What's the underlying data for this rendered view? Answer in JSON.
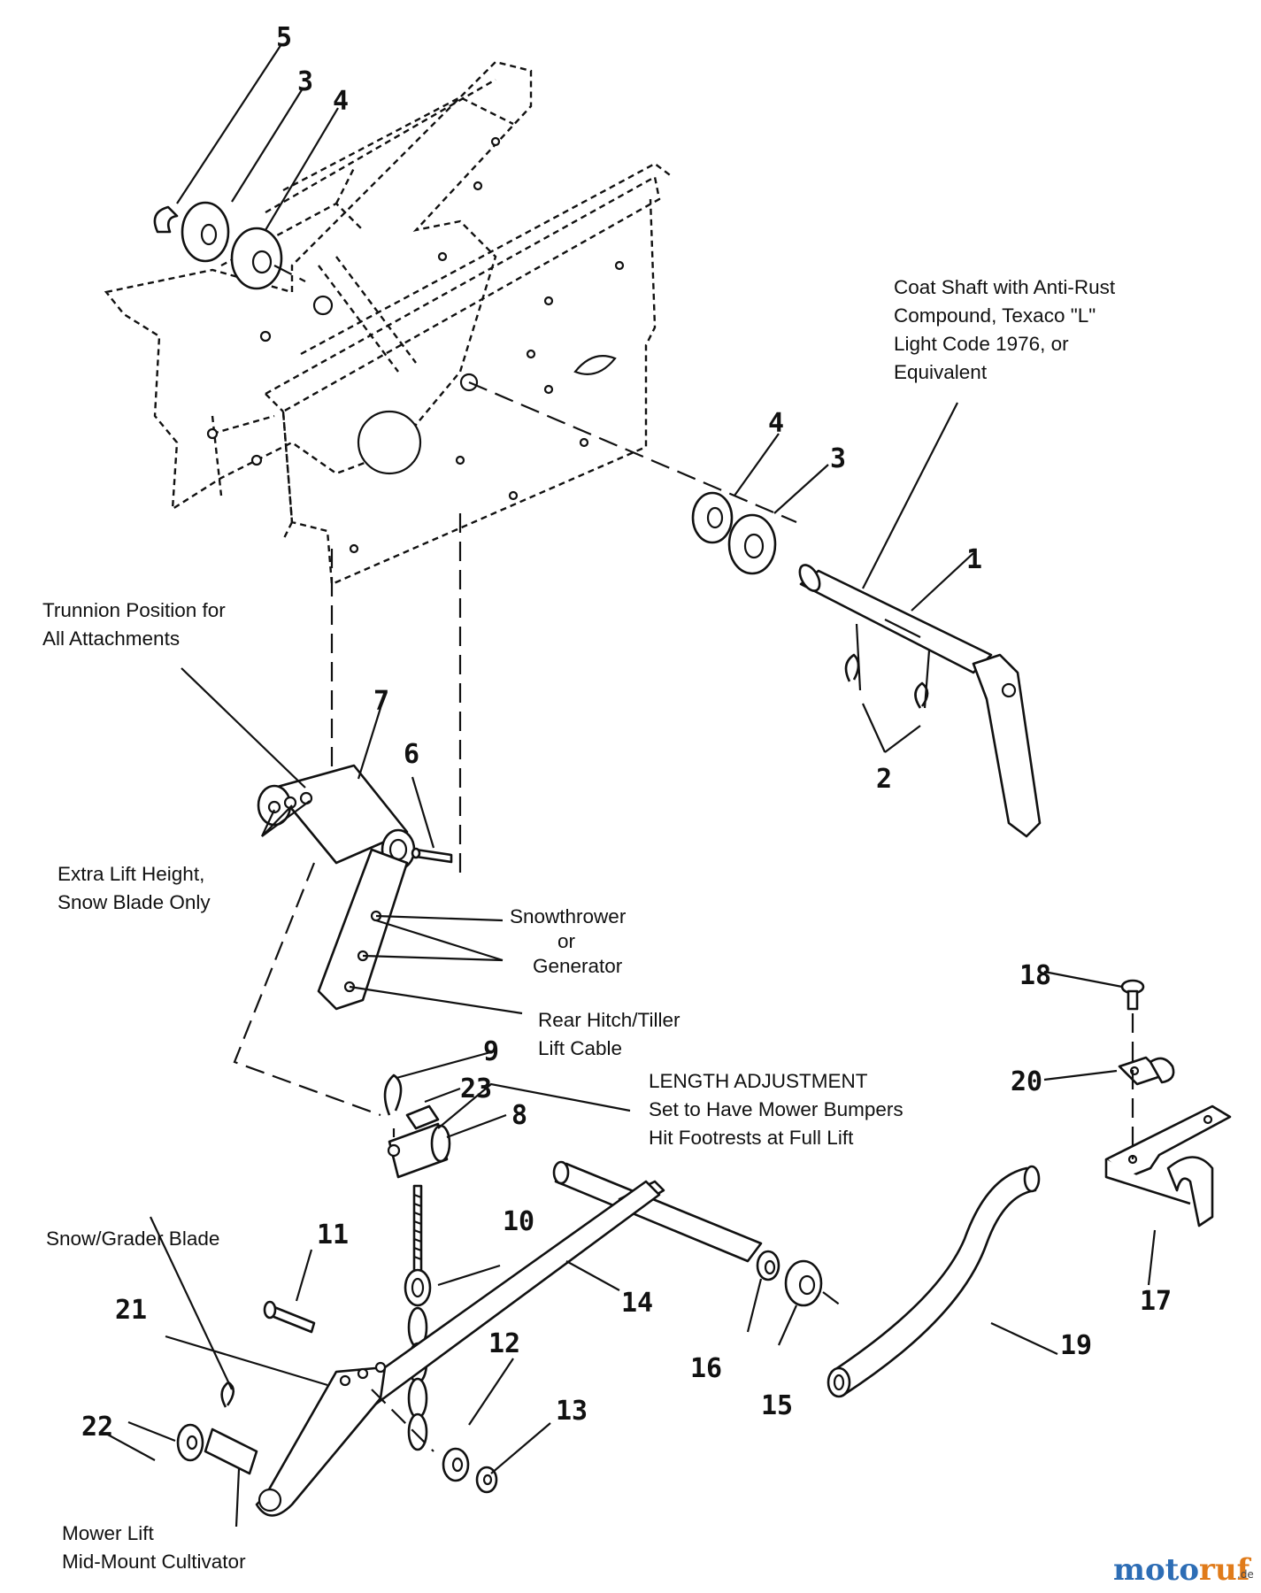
{
  "part_numbers": {
    "n1": "1",
    "n2": "2",
    "n3a": "3",
    "n3b": "3",
    "n4a": "4",
    "n4b": "4",
    "n5": "5",
    "n6": "6",
    "n7": "7",
    "n8": "8",
    "n9": "9",
    "n10": "10",
    "n11": "11",
    "n12": "12",
    "n13": "13",
    "n14": "14",
    "n15": "15",
    "n16": "16",
    "n17": "17",
    "n18": "18",
    "n19": "19",
    "n20": "20",
    "n21": "21",
    "n22": "22",
    "n23": "23"
  },
  "notes": {
    "coat_shaft": [
      "Coat Shaft with Anti-Rust",
      "Compound, Texaco \"L\"",
      "Light Code 1976, or",
      "Equivalent"
    ],
    "trunnion": [
      "Trunnion Position for",
      "All Attachments"
    ],
    "extra_lift": [
      "Extra Lift Height,",
      "Snow Blade Only"
    ],
    "snowthrower": [
      "Snowthrower",
      "or",
      "Generator"
    ],
    "rear_hitch": [
      "Rear Hitch/Tiller",
      "Lift Cable"
    ],
    "length_adj": [
      "LENGTH ADJUSTMENT",
      "Set to Have Mower Bumpers",
      "Hit Footrests at Full Lift"
    ],
    "snow_grader": "Snow/Grader Blade",
    "mower_lift": [
      "Mower Lift",
      "Mid-Mount Cultivator"
    ]
  },
  "watermark": {
    "moto": "moto",
    "ruf": "ruf",
    "de": ".de",
    "colors": {
      "moto": "#2d6db5",
      "ruf": "#e07b1a"
    }
  }
}
